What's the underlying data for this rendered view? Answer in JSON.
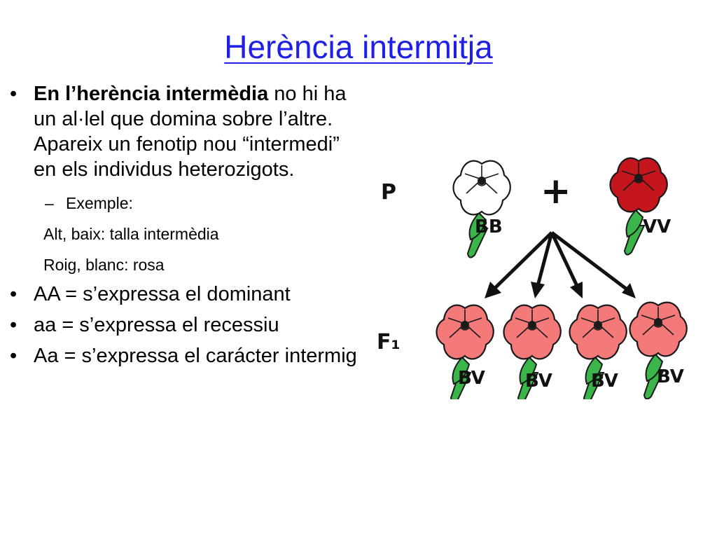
{
  "slide": {
    "title": "Herència intermitja",
    "bullet1": {
      "bold": "En l’herència intermèdia",
      "rest": " no hi ha un al·lel que domina sobre l’altre. Apareix un fenotip nou “intermedi” en els individus heterozigots."
    },
    "example": {
      "label": "Exemple:",
      "line1": "Alt, baix: talla intermèdia",
      "line2": "Roig, blanc: rosa"
    },
    "bullet2": "AA = s’expressa el dominant",
    "bullet3": "aa = s’expressa el recessiu",
    "bullet4": "Aa = s’expressa el carácter intermig"
  },
  "diagram": {
    "parent_label": "P",
    "cross_symbol": "+",
    "f1_label": "F₁",
    "parent_white_genotype": "BB",
    "parent_red_genotype": "VV",
    "offspring_genotypes": [
      "BV",
      "BV",
      "BV",
      "BV"
    ],
    "colors": {
      "white": "#ffffff",
      "red": "#c4161c",
      "pink": "#f47a7a",
      "green": "#3bb54a",
      "arrow": "#111111"
    }
  }
}
